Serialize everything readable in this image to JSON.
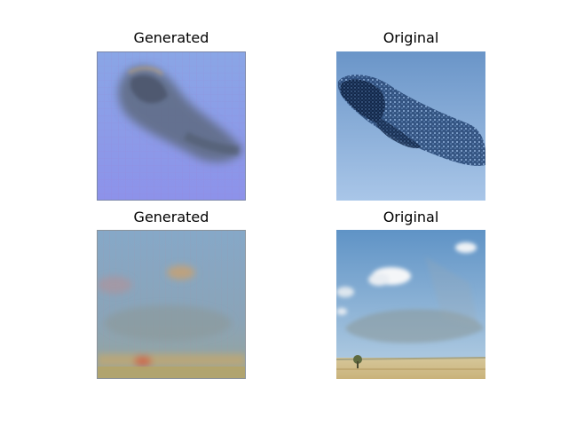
{
  "figure": {
    "panels": [
      {
        "title": "Generated",
        "image": "generated-bird-murmuration-blurry"
      },
      {
        "title": "Original",
        "image": "bird-murmuration-blue-sky"
      },
      {
        "title": "Generated",
        "image": "generated-landscape-blurry"
      },
      {
        "title": "Original",
        "image": "murmuration-over-desert-landscape"
      }
    ]
  }
}
